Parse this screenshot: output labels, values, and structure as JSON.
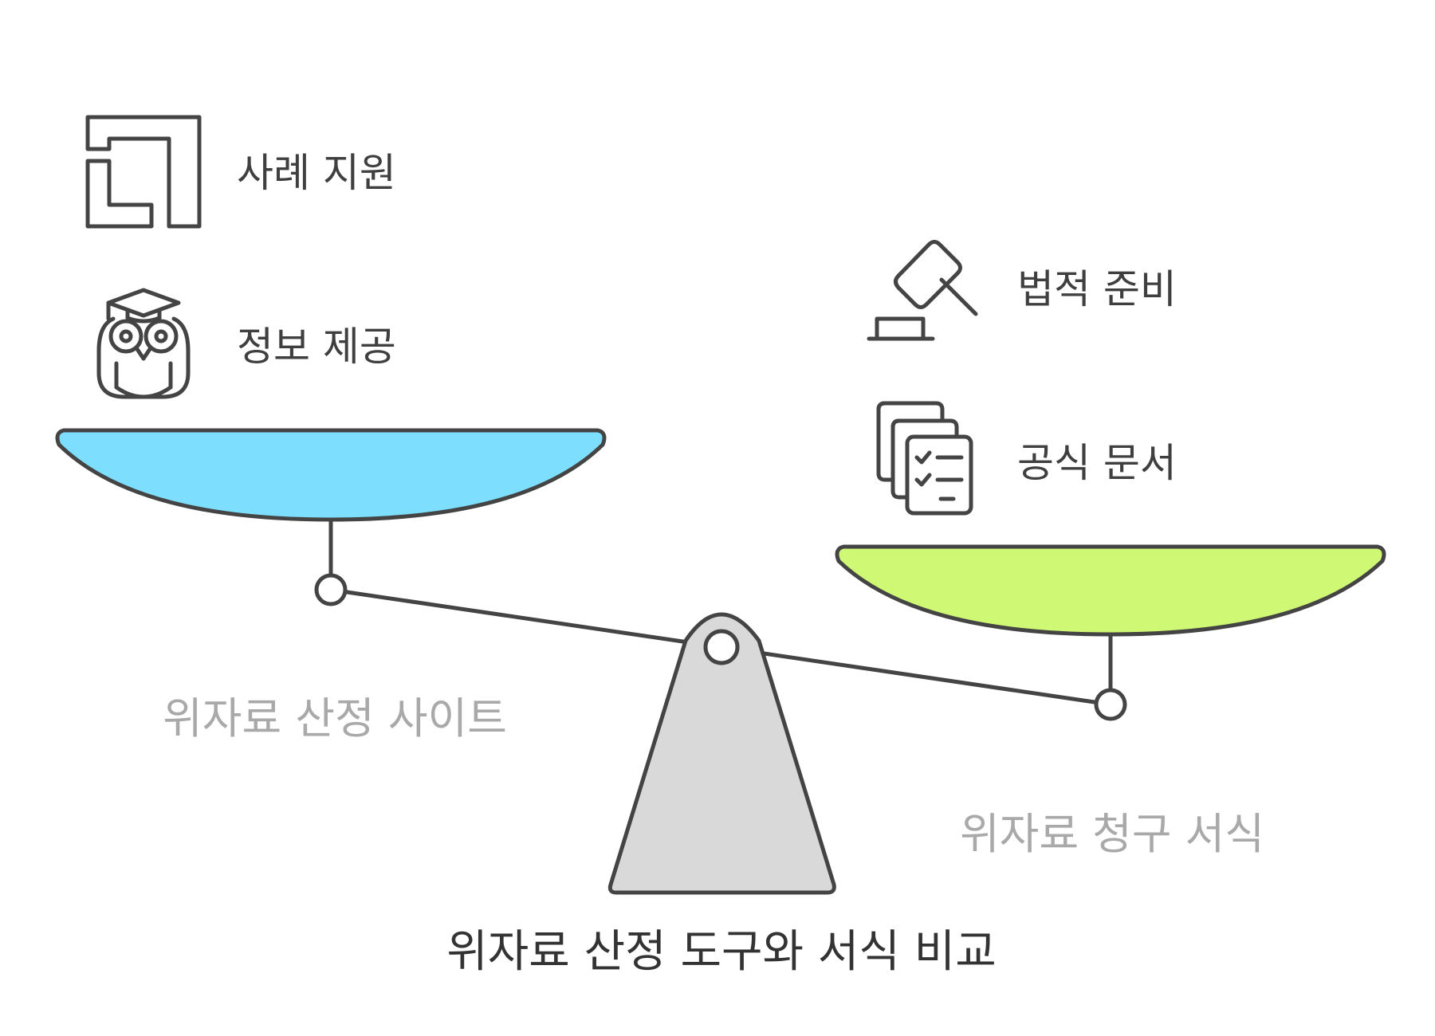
{
  "title": "위자료 산정 도구와 서식 비교",
  "left": {
    "name": "위자료 산정 사이트",
    "color": "#7DDFFD",
    "items": [
      {
        "label": "사례 지원",
        "icon": "maze-icon"
      },
      {
        "label": "정보 제공",
        "icon": "owl-icon"
      }
    ]
  },
  "right": {
    "name": "위자료 청구 서식",
    "color": "#CFF874",
    "items": [
      {
        "label": "법적 준비",
        "icon": "gavel-icon"
      },
      {
        "label": "공식 문서",
        "icon": "documents-icon"
      }
    ]
  },
  "colors": {
    "stroke": "#444444",
    "fulcrum": "#D9D9D9",
    "side_label": "#A9A9A9",
    "item_label": "#3F3F3F"
  }
}
